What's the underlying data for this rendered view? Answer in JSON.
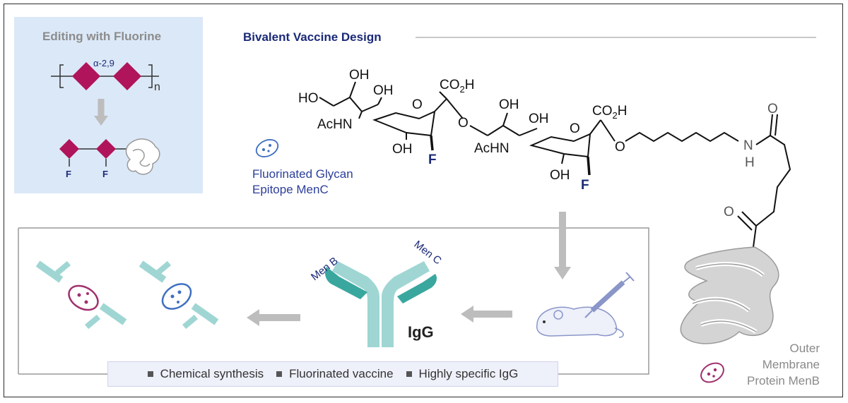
{
  "inset": {
    "title": "Editing with Fluorine",
    "linkage": "α-2,9",
    "repeat": "n",
    "fluorine_labels": [
      "F",
      "F"
    ]
  },
  "main": {
    "title": "Bivalent Vaccine Design",
    "structure_labels": {
      "ho_left": "HO",
      "oh_top1": "OH",
      "oh_top2": "OH",
      "co2h_1": "CO",
      "co2h_2": "CO",
      "sub2": "2",
      "h": "H",
      "achn_1": "AcHN",
      "achn_2": "AcHN",
      "oh_mid1": "OH",
      "oh_mid2": "OH",
      "oh_low1": "OH",
      "oh_low2": "OH",
      "o_ring1": "O",
      "o_ring2": "O",
      "o_link1": "O",
      "o_link2": "O",
      "f_1": "F",
      "f_2": "F",
      "o_amide": "O",
      "n_amide": "N",
      "h_amide": "H",
      "o_ketone": "O"
    },
    "caption_line1": "Fluorinated Glycan",
    "caption_line2": "Epitope MenC"
  },
  "carrier": {
    "line1": "Outer",
    "line2": "Membrane",
    "line3": "Protein MenB"
  },
  "antibody": {
    "arm_left": "Men B",
    "arm_right": "Men C",
    "label": "IgG"
  },
  "legend": {
    "items": [
      "Chemical synthesis",
      "Fluorinated vaccine",
      "Highly specific IgG"
    ]
  },
  "colors": {
    "sialic_diamond": "#b0145a",
    "navy": "#1b2a78",
    "teal": "#7fc8c4",
    "teal_dark": "#3aa79f",
    "panel": "#dbe8f7",
    "bacterium_magenta": "#a0306e",
    "bacterium_blue": "#3f6fc1",
    "arrow_grey": "#bdbdbd"
  }
}
